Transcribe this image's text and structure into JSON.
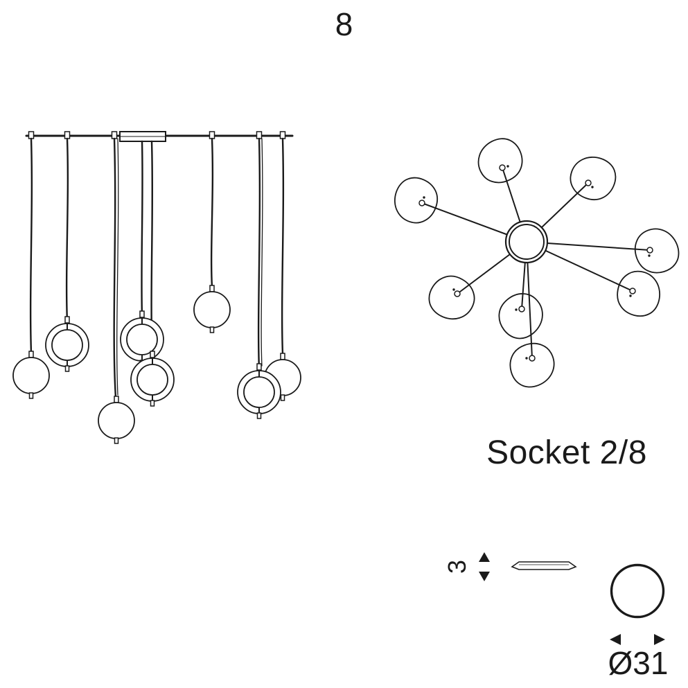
{
  "page": {
    "title": "8"
  },
  "top_view": {
    "label": "Socket 2/8"
  },
  "dimensions": {
    "thickness": "3",
    "diameter": "Ø31"
  },
  "icons": {
    "thickness_arrows": "vertical-double-arrow",
    "diameter_arrows": "horizontal-outward-arrows"
  },
  "colors": {
    "line": "#1a1a1a",
    "background": "#ffffff"
  }
}
